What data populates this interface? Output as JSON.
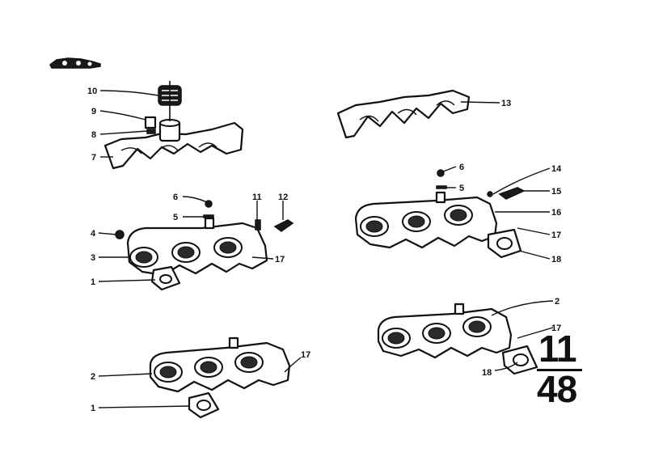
{
  "callouts": {
    "c10": "10",
    "c9": "9",
    "c8": "8",
    "c7": "7",
    "c6a": "6",
    "c5a": "5",
    "c11": "11",
    "c12": "12",
    "c4": "4",
    "c3": "3",
    "c17a": "17",
    "c1a": "1",
    "c2a": "2",
    "c17b": "17",
    "c1b": "1",
    "c13": "13",
    "c6b": "6",
    "c5b": "5",
    "c14": "14",
    "c15": "15",
    "c16": "16",
    "c17c": "17",
    "c18a": "18",
    "c2b": "2",
    "c17d": "17",
    "c18b": "18"
  },
  "page_number": {
    "top": "11",
    "bottom": "48"
  },
  "colors": {
    "ink": "#111111",
    "paper": "#ffffff"
  },
  "icons": {
    "logo": "car-silhouette-icon"
  }
}
